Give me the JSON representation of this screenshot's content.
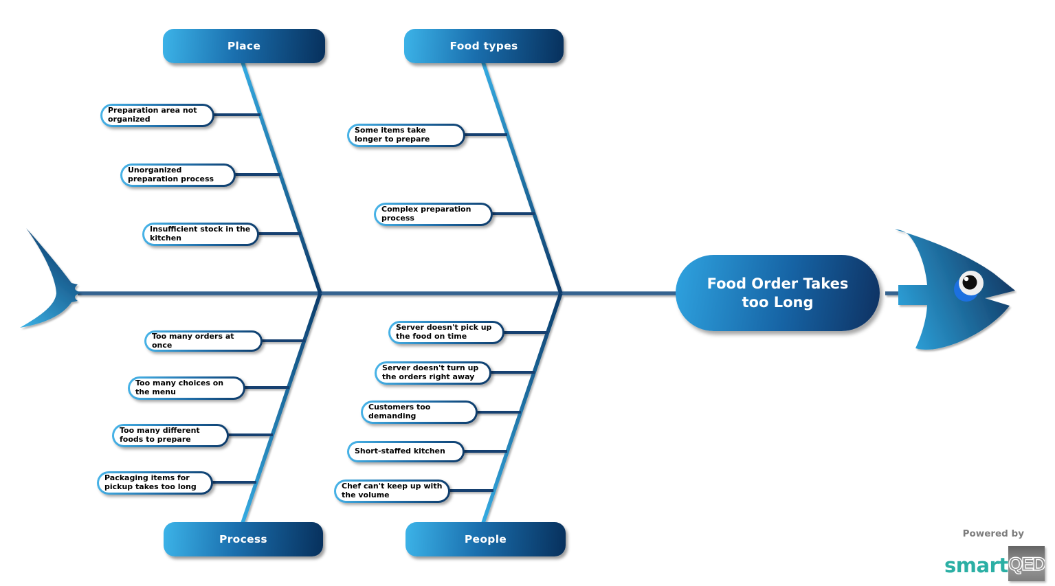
{
  "diagram": {
    "problem": "Food Order Takes\ntoo Long",
    "categories": [
      {
        "label": "Place",
        "position": "top-left",
        "causes": [
          "Preparation area not\norganized",
          "Unorganized\npreparation process",
          "Insufficient stock in the\nkitchen"
        ]
      },
      {
        "label": "Food types",
        "position": "top-right",
        "causes": [
          "Some items take\nlonger to prepare",
          "Complex preparation\nprocess"
        ]
      },
      {
        "label": "Process",
        "position": "bottom-left",
        "causes": [
          "Too many orders at once",
          "Too many choices on\nthe menu",
          "Too many different\nfoods to prepare",
          "Packaging items for\npickup takes too long"
        ]
      },
      {
        "label": "People",
        "position": "bottom-right",
        "causes": [
          "Server doesn't pick up\nthe food on time",
          "Server doesn't turn up\nthe orders right away",
          "Customers too\ndemanding",
          "Short-staffed kitchen",
          "Chef can't keep up with\nthe volume"
        ]
      }
    ]
  },
  "footer": {
    "powered_by": "Powered by",
    "brand_prefix": "smart",
    "brand_suffix": "QED"
  },
  "colors": {
    "light_blue": "#35ace3",
    "dark_navy": "#0b3a69",
    "spine_blue": "#35638f",
    "connector_navy": "#14406f",
    "eye_blue": "#1b6fe0",
    "teal": "#2bafa4"
  }
}
